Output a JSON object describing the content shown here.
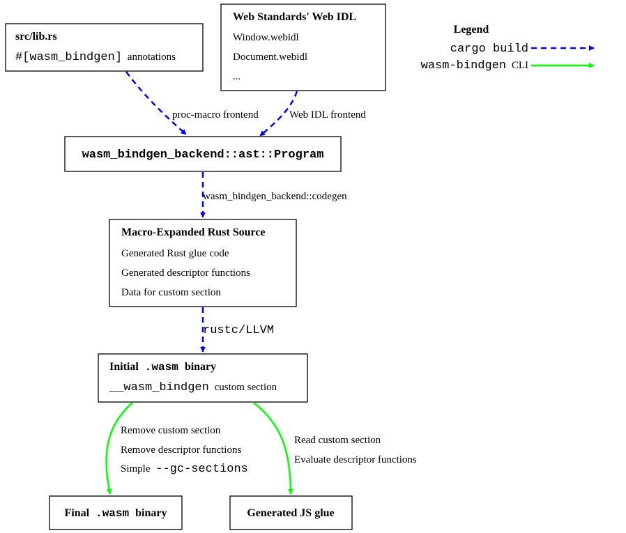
{
  "colors": {
    "cargo_build": "#0000ff",
    "wasm_bindgen_cli": "#00ff00",
    "box_stroke": "#000000"
  },
  "legend": {
    "title": "Legend",
    "cargo_label_mono": "cargo build",
    "cli_label_mono": "wasm-bindgen",
    "cli_label_rest": "CLI"
  },
  "nodes": {
    "librs": {
      "title": "src/lib.rs",
      "line_mono": "#[wasm_bindgen]",
      "line_rest": "annotations"
    },
    "webidl": {
      "title": "Web Standards' Web IDL",
      "lines": [
        "Window.webidl",
        "Document.webidl",
        "..."
      ]
    },
    "program": {
      "title": "wasm_bindgen_backend::ast::Program"
    },
    "macro": {
      "title": "Macro-Expanded Rust Source",
      "lines": [
        "Generated Rust glue code",
        "Generated descriptor functions",
        "Data for custom section"
      ]
    },
    "initial": {
      "title_pre": "Initial",
      "title_mono": ".wasm",
      "title_post": "binary",
      "line_mono": "__wasm_bindgen",
      "line_rest": "custom section"
    },
    "final": {
      "title_pre": "Final",
      "title_mono": ".wasm",
      "title_post": "binary"
    },
    "jsglue": {
      "title": "Generated JS glue"
    }
  },
  "edges": {
    "proc_macro": "proc-macro frontend",
    "webidl_frontend": "Web IDL frontend",
    "codegen": "wasm_bindgen_backend::codegen",
    "rustc": "rustc/LLVM",
    "to_final": {
      "line1": "Remove custom section",
      "line2": "Remove descriptor functions",
      "line3_pre": "Simple",
      "line3_mono": "--gc-sections"
    },
    "to_js": {
      "line1": "Read custom section",
      "line2": "Evaluate descriptor functions"
    }
  }
}
